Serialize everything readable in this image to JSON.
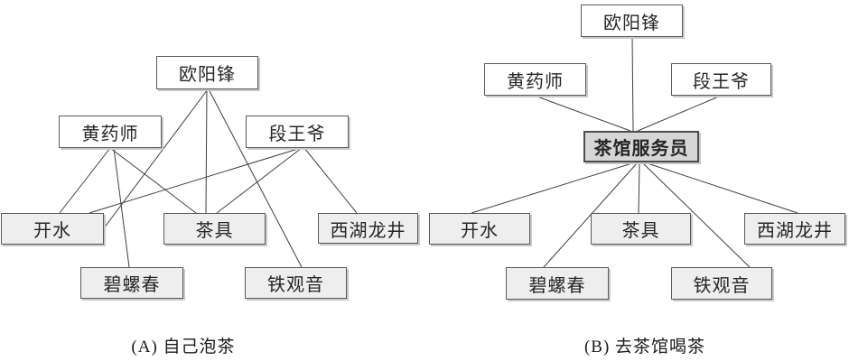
{
  "figure": {
    "background": "#ffffff",
    "colors": {
      "box_border": "#595959",
      "mediator_border": "#4d4d4d",
      "plain_fill": "#ffffff",
      "item_fill": "#eeeeee",
      "mediator_fill": "#d6d6d6",
      "shadow": "#c9c9c9",
      "line": "#3f3f3f",
      "text": "#262626"
    }
  },
  "diagrams": [
    {
      "id": "A",
      "caption": "(A) 自己泡茶",
      "nodes": [
        {
          "key": "ouyangfeng",
          "label": "欧阳锋",
          "variant": "plain"
        },
        {
          "key": "huangyaoshi",
          "label": "黄药师",
          "variant": "plain"
        },
        {
          "key": "duanwangye",
          "label": "段王爷",
          "variant": "plain"
        },
        {
          "key": "kaishui",
          "label": "开水",
          "variant": "item"
        },
        {
          "key": "chaju",
          "label": "茶具",
          "variant": "item"
        },
        {
          "key": "xihulongjing",
          "label": "西湖龙井",
          "variant": "item"
        },
        {
          "key": "biluochun",
          "label": "碧螺春",
          "variant": "item"
        },
        {
          "key": "tieguanyin",
          "label": "铁观音",
          "variant": "item"
        }
      ],
      "edges": [
        {
          "from": "ouyangfeng",
          "to": "kaishui"
        },
        {
          "from": "ouyangfeng",
          "to": "chaju"
        },
        {
          "from": "ouyangfeng",
          "to": "tieguanyin"
        },
        {
          "from": "huangyaoshi",
          "to": "kaishui"
        },
        {
          "from": "huangyaoshi",
          "to": "chaju"
        },
        {
          "from": "huangyaoshi",
          "to": "biluochun"
        },
        {
          "from": "duanwangye",
          "to": "kaishui"
        },
        {
          "from": "duanwangye",
          "to": "chaju"
        },
        {
          "from": "duanwangye",
          "to": "xihulongjing"
        }
      ]
    },
    {
      "id": "B",
      "caption": "(B) 去茶馆喝茶",
      "nodes": [
        {
          "key": "ouyangfeng",
          "label": "欧阳锋",
          "variant": "plain"
        },
        {
          "key": "huangyaoshi",
          "label": "黄药师",
          "variant": "plain"
        },
        {
          "key": "duanwangye",
          "label": "段王爷",
          "variant": "plain"
        },
        {
          "key": "fuwuyuan",
          "label": "茶馆服务员",
          "variant": "mediator"
        },
        {
          "key": "kaishui",
          "label": "开水",
          "variant": "item"
        },
        {
          "key": "chaju",
          "label": "茶具",
          "variant": "item"
        },
        {
          "key": "xihulongjing",
          "label": "西湖龙井",
          "variant": "item"
        },
        {
          "key": "biluochun",
          "label": "碧螺春",
          "variant": "item"
        },
        {
          "key": "tieguanyin",
          "label": "铁观音",
          "variant": "item"
        }
      ],
      "edges": [
        {
          "from": "ouyangfeng",
          "to": "fuwuyuan"
        },
        {
          "from": "huangyaoshi",
          "to": "fuwuyuan"
        },
        {
          "from": "duanwangye",
          "to": "fuwuyuan"
        },
        {
          "from": "fuwuyuan",
          "to": "kaishui"
        },
        {
          "from": "fuwuyuan",
          "to": "chaju"
        },
        {
          "from": "fuwuyuan",
          "to": "xihulongjing"
        },
        {
          "from": "fuwuyuan",
          "to": "biluochun"
        },
        {
          "from": "fuwuyuan",
          "to": "tieguanyin"
        }
      ]
    }
  ]
}
